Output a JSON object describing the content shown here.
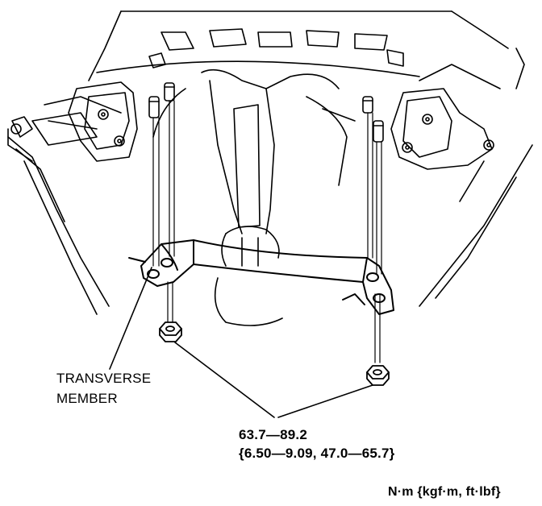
{
  "labels": {
    "part_line1": "TRANSVERSE",
    "part_line2": "MEMBER",
    "torque_nm": "63.7—89.2",
    "torque_other": "{6.50—9.09, 47.0—65.7}",
    "units": "N·m {kgf·m, ft·lbf}"
  }
}
